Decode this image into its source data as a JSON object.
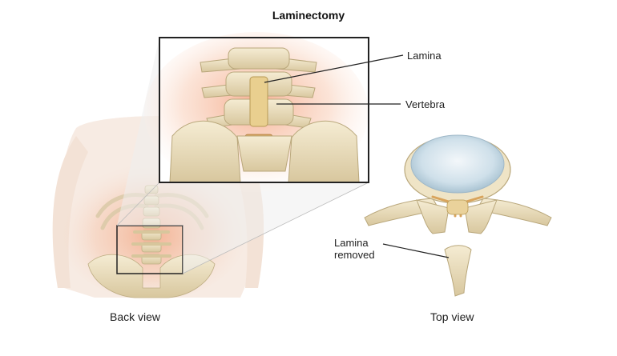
{
  "title": "Laminectomy",
  "labels": {
    "lamina": "Lamina",
    "vertebra": "Vertebra",
    "lamina_removed_line1": "Lamina",
    "lamina_removed_line2": "removed"
  },
  "captions": {
    "back_view": "Back view",
    "top_view": "Top view"
  },
  "colors": {
    "bone": "#efe4c6",
    "bone_shadow": "#c9b98e",
    "skin": "#f6e3d8",
    "glow": "#f2a07a",
    "disc": "#d9e6ee",
    "nerve": "#e8c98c",
    "line": "#222222"
  }
}
